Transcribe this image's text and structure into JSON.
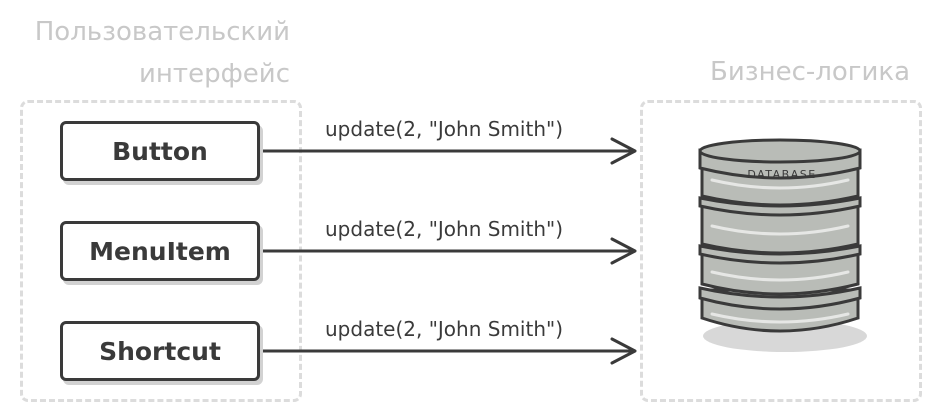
{
  "ui_section": {
    "label": "Пользовательский\nинтерфейс",
    "buttons": [
      {
        "label": "Button"
      },
      {
        "label": "MenuItem"
      },
      {
        "label": "Shortcut"
      }
    ]
  },
  "business_section": {
    "label": "Бизнес-логика",
    "database_label": "DATABASE"
  },
  "calls": [
    {
      "label": "update(2, \"John Smith\")"
    },
    {
      "label": "update(2, \"John Smith\")"
    },
    {
      "label": "update(2, \"John Smith\")"
    }
  ],
  "colors": {
    "stroke": "#3a3a3a",
    "dashed_border": "#dcdcdc",
    "label_gray": "#c8c8c8",
    "database_fill": "#b9bcb7",
    "shadow": "#d2d2d2"
  }
}
